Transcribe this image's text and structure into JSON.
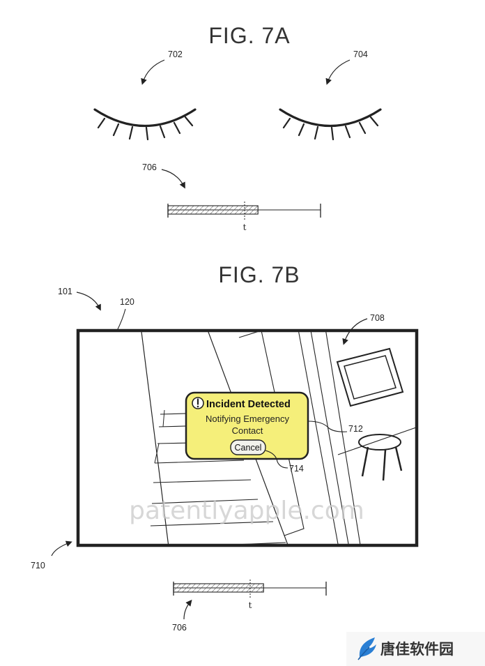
{
  "fig7a": {
    "title": "FIG. 7A",
    "left_eye_ref": "702",
    "right_eye_ref": "704",
    "timeline_ref": "706",
    "time_marker": "t",
    "elapsed_fraction": 0.59
  },
  "fig7b": {
    "title": "FIG. 7B",
    "device_ref": "101",
    "display_ref": "120",
    "scene_ref": "708",
    "alert_ref": "712",
    "cancel_ref": "714",
    "frame_ref": "710",
    "timeline_ref": "706",
    "time_marker": "t",
    "elapsed_fraction": 0.59,
    "alert": {
      "icon": "exclamation-circle-icon",
      "title": "Incident Detected",
      "message_line1": "Notifying Emergency",
      "message_line2": "Contact",
      "cancel_label": "Cancel",
      "background_color": "#f5ef7a"
    }
  },
  "watermark": "patentlyapple.com",
  "badge": {
    "text": "唐佳软件园",
    "logo_icon": "feather-logo-icon",
    "logo_color": "#2a7fd4"
  }
}
